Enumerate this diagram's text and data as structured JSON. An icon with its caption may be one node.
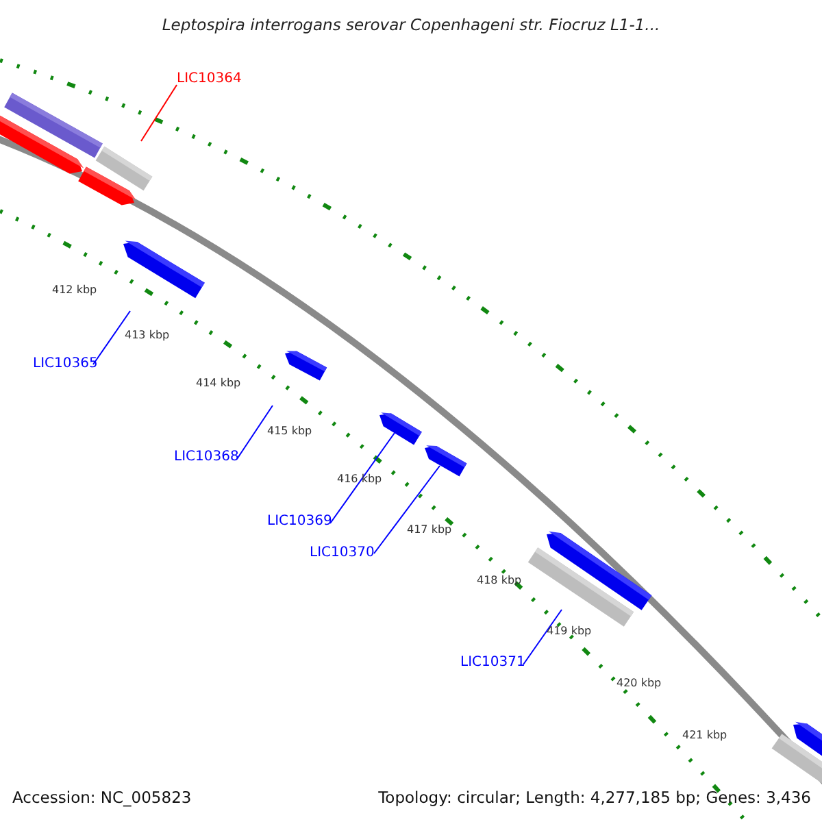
{
  "diagram": {
    "title": "Leptospira interrogans serovar Copenhageni str. Fiocruz L1-1...",
    "nodes": [
      {
        "text": [
          "LIC10364"
        ]
      },
      {
        "text": [],
        "shape": "bar"
      },
      {
        "text": [
          "LIC10365"
        ]
      },
      {
        "text": [],
        "shape": "bar"
      },
      {
        "text": [
          "LIC10368"
        ]
      },
      {
        "text": [],
        "shape": "bar"
      },
      {
        "text": [
          "LIC10369"
        ]
      },
      {
        "text": [],
        "shape": "bar"
      },
      {
        "text": [
          "LIC10370"
        ]
      },
      {
        "text": [],
        "shape": "bar"
      },
      {
        "text": [
          "LIC10371"
        ]
      },
      {
        "text": [],
        "shape": "bar"
      },
      {
        "text": [],
        "shape": "bar"
      },
      {
        "text": [],
        "shape": "bar"
      },
      {
        "text": [],
        "shape": "bar"
      },
      {
        "text": [],
        "shape": "bar"
      },
      {
        "text": [],
        "shape": "bar"
      },
      {
        "text": [],
        "shape": "bar"
      }
    ],
    "edges": [
      {
        "from": 0,
        "to": 1,
        "arrow": "none",
        "color": "#ff0000"
      },
      {
        "from": 2,
        "to": 3,
        "arrow": "none"
      },
      {
        "from": 4,
        "to": 5,
        "arrow": "none"
      },
      {
        "from": 6,
        "to": 7,
        "arrow": "none"
      },
      {
        "from": 8,
        "to": 9,
        "arrow": "none"
      },
      {
        "from": 10,
        "to": 11,
        "arrow": "none"
      }
    ],
    "labels": [
      "412 kbp",
      "413 kbp",
      "414 kbp",
      "415 kbp",
      "416 kbp",
      "417 kbp",
      "418 kbp",
      "419 kbp",
      "420 kbp",
      "421 kbp",
      "Accession: NC_005823",
      "Topology: circular; Length: 4,277,185 bp; Genes: 3,436"
    ]
  }
}
